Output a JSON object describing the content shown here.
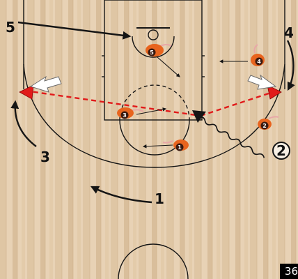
{
  "diagram": {
    "colors": {
      "court_wood_light": "#e8d2b5",
      "court_wood_dark": "#d7bc98",
      "line": "#151515",
      "player": "#e8641e",
      "pass": "#e11a1a",
      "screen_arrow": "#ffffff",
      "badge_bg": "#000000"
    },
    "players": [
      {
        "label": "1",
        "icon": "offensive-player-icon"
      },
      {
        "label": "2",
        "icon": "offensive-player-icon"
      },
      {
        "label": "3",
        "icon": "offensive-player-icon"
      },
      {
        "label": "4",
        "icon": "offensive-player-icon"
      },
      {
        "label": "5",
        "icon": "offensive-player-icon"
      }
    ],
    "movement_labels": [
      {
        "text": "1"
      },
      {
        "text": "2"
      },
      {
        "text": "3"
      },
      {
        "text": "4"
      },
      {
        "text": "5"
      }
    ]
  },
  "page_badge": {
    "text": "36"
  }
}
